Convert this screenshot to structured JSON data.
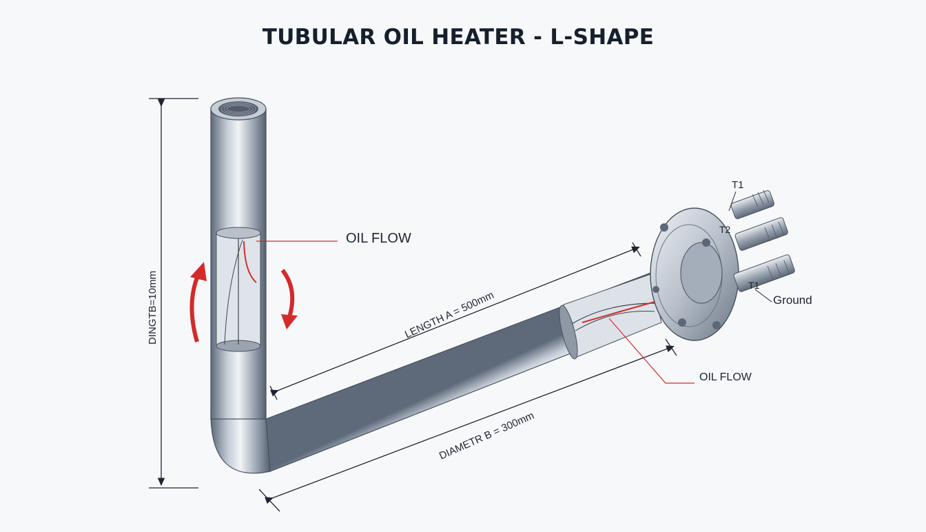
{
  "title": "TUBULAR OIL HEATER - L-SHAPE",
  "labels": {
    "oil_flow_top": "OIL FLOW",
    "oil_flow_bottom": "OIL FLOW",
    "terminal_1": "T1",
    "terminal_2": "T2",
    "terminal_3": "T1",
    "ground": "Ground"
  },
  "dimensions": {
    "vertical": "DINGTB=10mm",
    "length": "LENGTH A = 500mm",
    "diameter": "DIAMETR B = 300mm"
  },
  "colors": {
    "arrow": "#d42a2a",
    "steel_dark": "#5c6878",
    "steel_light": "#e4e8ee",
    "line": "#1d2430"
  }
}
